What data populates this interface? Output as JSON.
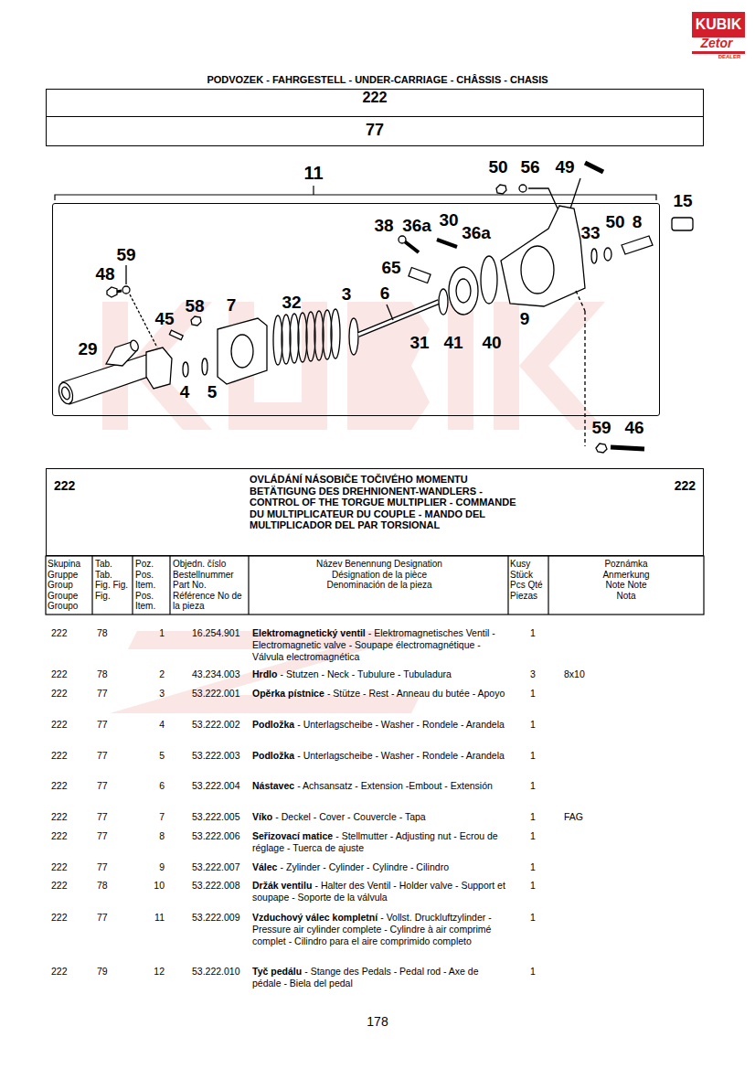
{
  "diagram": {
    "title": "PODVOZEK - FAHRGESTELL - UNDER-CARRIAGE - CHÂSSIS - CHASIS",
    "nodes": [
      {
        "text": [
          "222"
        ]
      },
      {
        "text": [
          "77"
        ]
      },
      {
        "text": [
          "11"
        ]
      },
      {
        "text": [
          "222",
          "OVLÁDÁNÍ NÁSOBIČE TOČIVÉHO MOMENTU BETÄTIGUNG DES DREHNIONENT-WANDLERS - CONTROL OF THE TORGUE MULTIPLIER - COMMANDE DU MULTIPLICATEUR DU COUPLE - MANDO DEL MULTIPLICADOR DEL PAR TORSIONAL",
          "222"
        ]
      }
    ],
    "labels": [
      "KUBIK",
      "Zetor",
      "DEALER",
      "50",
      "56",
      "49",
      "15",
      "38",
      "36a",
      "30",
      "36a",
      "33",
      "50",
      "8",
      "59",
      "65",
      "48",
      "45",
      "58",
      "7",
      "32",
      "3",
      "6",
      "29",
      "31",
      "41",
      "40",
      "9",
      "4",
      "5",
      "59",
      "46",
      "Skupina Gruppe Group Groupe Groupo",
      "Tab. Tab. Fig. Fig. Fig.",
      "Poz. Pos. Item. Pos. Item.",
      "Objedn. číslo Bestellnummer Part No. Référence No de la pieza",
      "Název Benennung Designation Désignation de la pièce Denominación de la pieza",
      "Kusy Stück Pcs Qté Piezas",
      "Poznámka Anmerkung Note Note Nota",
      "222",
      "78",
      "1",
      "16.254.901",
      "Elektromagnetický ventil",
      "- Elektromagnetisches Ventil - Electromagnetic valve - Soupape électromagnétique - Válvula electromagnética",
      "1",
      "222",
      "78",
      "2",
      "43.234.003",
      "Hrdlo",
      "- Stutzen - Neck - Tubulure - Tubuladura",
      "3",
      "8x10",
      "222",
      "77",
      "3",
      "53.222.001",
      "Opěrka pístnice",
      "- Stütze - Rest - Anneau du butée - Apoyo",
      "1",
      "222",
      "77",
      "4",
      "53.222.002",
      "Podložka",
      "- Unterlagscheibe - Washer - Rondele - Arandela",
      "1",
      "222",
      "77",
      "5",
      "53.222.003",
      "Podložka",
      "- Unterlagscheibe - Washer - Rondele - Arandela",
      "1",
      "222",
      "77",
      "6",
      "53.222.004",
      "Nástavec",
      "- Achsansatz - Extension -Embout - Extensión",
      "1",
      "222",
      "77",
      "7",
      "53.222.005",
      "Víko",
      "- Deckel - Cover - Couvercle - Tapa",
      "1",
      "FAG",
      "222",
      "77",
      "8",
      "53.222.006",
      "Seřizovací matice",
      "- Stellmutter - Adjusting nut - Ecrou de réglage - Tuerca de ajuste",
      "1",
      "222",
      "77",
      "9",
      "53.222.007",
      "Válec",
      "- Zylinder - Cylinder - Cylindre - Cilindro",
      "1",
      "222",
      "78",
      "10",
      "53.222.008",
      "Držák ventilu",
      "- Halter des Ventil - Holder valve - Support et soupape - Soporte de la válvula",
      "1",
      "222",
      "77",
      "11",
      "53.222.009",
      "Vzduchový válec kompletní",
      "- Vollst. Druckluftzylinder - Pressure air cylinder complete - Cylindre à air comprimé complet - Cilindro para el aire comprimido completo",
      "1",
      "222",
      "79",
      "12",
      "53.222.010",
      "Tyč pedálu",
      "- Stange des Pedals - Pedal rod - Axe de pédale - Biela del pedal",
      "1",
      "178"
    ]
  }
}
